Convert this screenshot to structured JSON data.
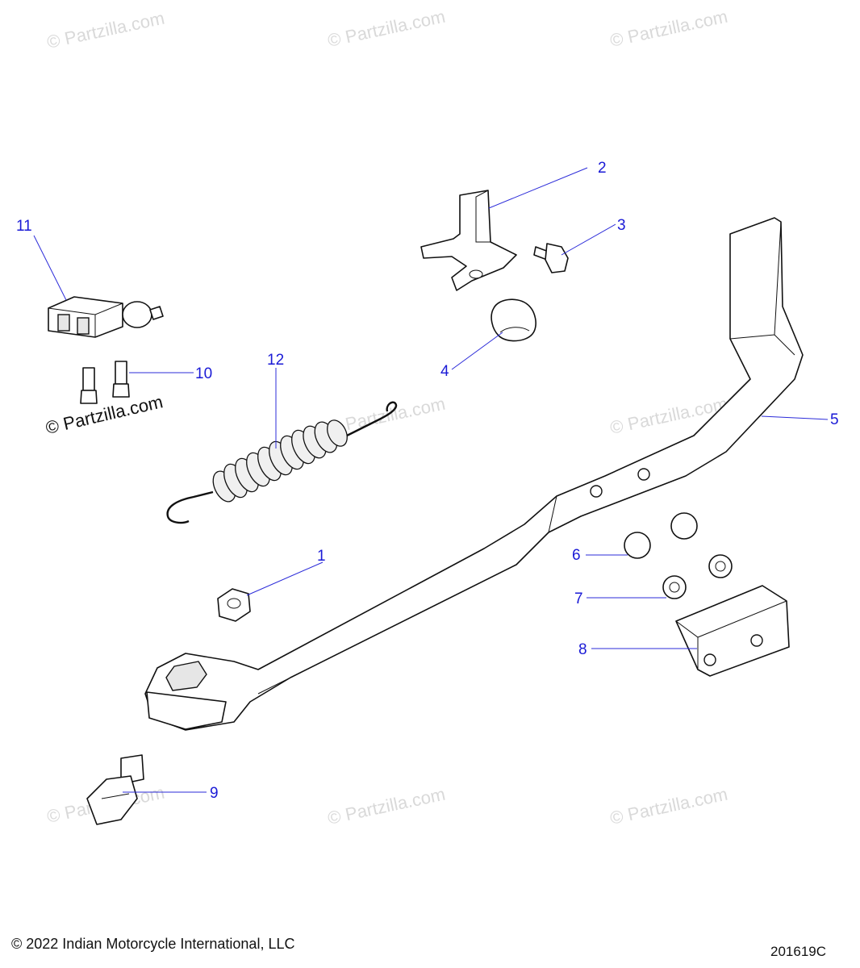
{
  "watermark": "© Partzilla.com",
  "callouts": [
    "1",
    "2",
    "3",
    "4",
    "5",
    "6",
    "7",
    "8",
    "9",
    "10",
    "11",
    "12"
  ],
  "footer": {
    "copyright": "© 2022 Indian Motorcycle International, LLC",
    "diagram_id": "201619C"
  }
}
